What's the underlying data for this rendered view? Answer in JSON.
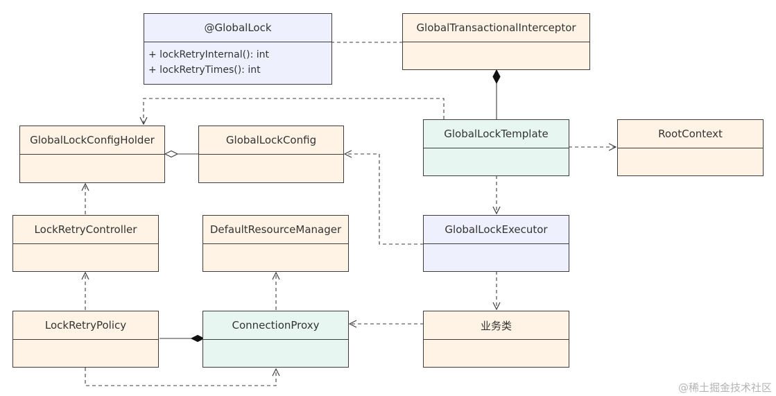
{
  "colors": {
    "orange_fill": "#fef3e4",
    "blue_fill": "#eef1fd",
    "green_fill": "#e8f6f1",
    "line": "#3c3c3c"
  },
  "classes": {
    "global_lock": {
      "name": "@GlobalLock",
      "members": [
        "+ lockRetryInternal(): int",
        "+ lockRetryTimes(): int"
      ]
    },
    "global_transactional_interceptor": {
      "name": "GlobalTransactionalInterceptor"
    },
    "global_lock_config_holder": {
      "name": "GlobalLockConfigHolder"
    },
    "global_lock_config": {
      "name": "GlobalLockConfig"
    },
    "global_lock_template": {
      "name": "GlobalLockTemplate"
    },
    "root_context": {
      "name": "RootContext"
    },
    "lock_retry_controller": {
      "name": "LockRetryController"
    },
    "default_resource_manager": {
      "name": "DefaultResourceManager"
    },
    "global_lock_executor": {
      "name": "GlobalLockExecutor"
    },
    "lock_retry_policy": {
      "name": "LockRetryPolicy"
    },
    "connection_proxy": {
      "name": "ConnectionProxy"
    },
    "business_class": {
      "name": "业务类"
    }
  },
  "watermark": "@稀土掘金技术社区"
}
